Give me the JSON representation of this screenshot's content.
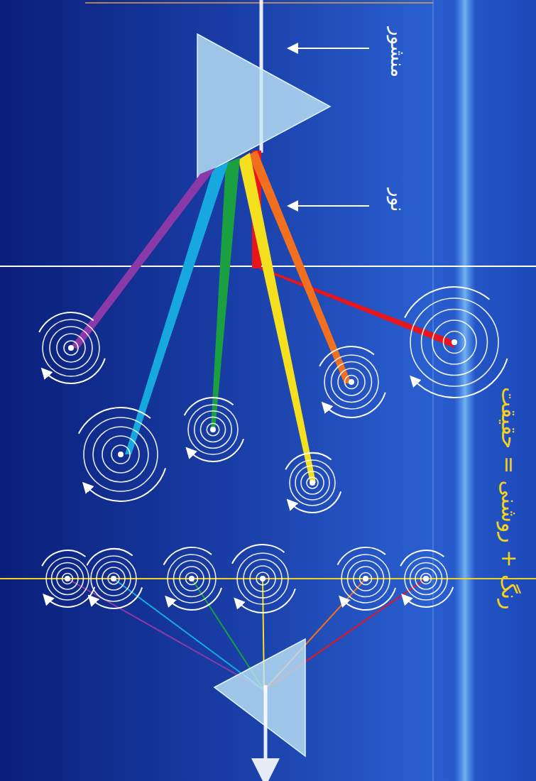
{
  "diagram": {
    "labels": [
      "منشور",
      "نور",
      "رنگ + روشنی = حقیقت"
    ]
  }
}
